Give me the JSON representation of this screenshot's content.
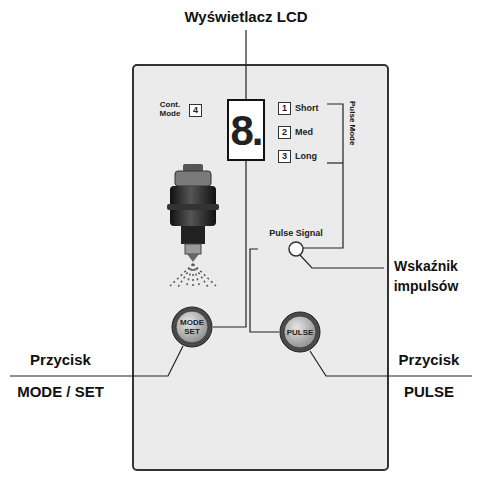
{
  "diagram": {
    "nodes": [
      {
        "text": [
          "Cont. Mode",
          "4"
        ]
      },
      {
        "text": [
          "8."
        ]
      },
      {
        "text": [
          "1",
          "Short"
        ]
      },
      {
        "text": [
          "2",
          "Med"
        ]
      },
      {
        "text": [
          "3",
          "Long"
        ]
      },
      {
        "text": [
          "Pulse Signal"
        ]
      },
      {
        "text": [
          "MODE SET"
        ]
      },
      {
        "text": [
          "PULSE"
        ]
      }
    ],
    "edges": [
      {
        "from": 1,
        "to": 6,
        "arrow": "none"
      },
      {
        "from": 5,
        "to": 7,
        "arrow": "none"
      }
    ],
    "labels": [
      "Wyświetlacz LCD",
      "Pulse Mode",
      "Wskaźnik impulsów",
      "Przycisk MODE / SET",
      "Przycisk PULSE"
    ]
  }
}
